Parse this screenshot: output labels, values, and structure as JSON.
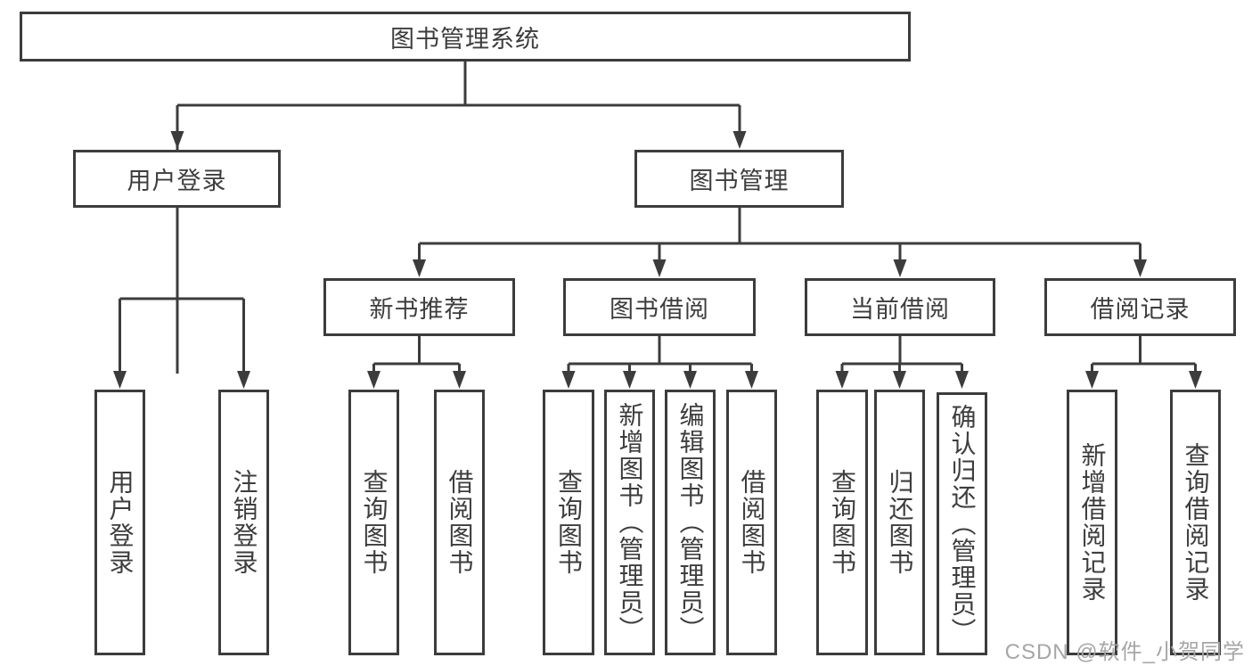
{
  "diagram_type": "hierarchy-tree",
  "watermark": "CSDN @软件_小贺同学",
  "colors": {
    "line": "#3c3c3c",
    "text": "#3d3d3d",
    "box_background": "#ffffff",
    "watermark": "#a6a6a6"
  },
  "tree": {
    "label": "图书管理系统",
    "children": [
      {
        "label": "用户登录",
        "children": [
          {
            "label": "用户登录"
          },
          {
            "label": "注销登录"
          }
        ]
      },
      {
        "label": "图书管理",
        "children": [
          {
            "label": "新书推荐",
            "children": [
              {
                "label": "查询图书"
              },
              {
                "label": "借阅图书"
              }
            ]
          },
          {
            "label": "图书借阅",
            "children": [
              {
                "label": "查询图书"
              },
              {
                "label": "新增图书（管理员）"
              },
              {
                "label": "编辑图书（管理员）"
              },
              {
                "label": "借阅图书"
              }
            ]
          },
          {
            "label": "当前借阅",
            "children": [
              {
                "label": "查询图书"
              },
              {
                "label": "归还图书"
              },
              {
                "label": "确认归还（管理员）"
              }
            ]
          },
          {
            "label": "借阅记录",
            "children": [
              {
                "label": "新增借阅记录"
              },
              {
                "label": "查询借阅记录"
              }
            ]
          }
        ]
      }
    ]
  }
}
